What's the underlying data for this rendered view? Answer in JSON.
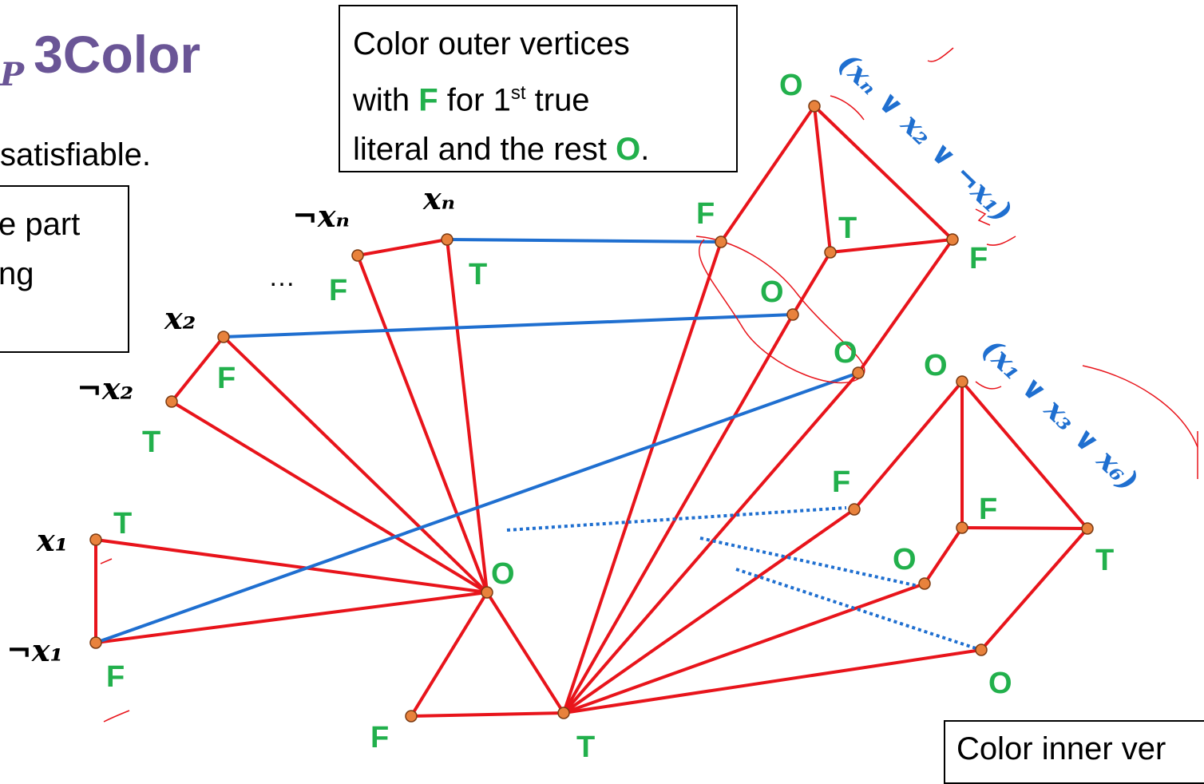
{
  "title": {
    "subscript": "P",
    "text": "3Color"
  },
  "intro_text": "satisfiable.",
  "left_box": {
    "line1": "e part",
    "line2": "ng"
  },
  "top_box": {
    "line1": "Color outer vertices",
    "line2_pre": "with ",
    "line2_F": "F",
    "line2_mid": " for 1",
    "line2_sup": "st",
    "line2_post": " true",
    "line3_pre": "literal and the rest ",
    "line3_O": "O",
    "line3_post": "."
  },
  "bottom_box": {
    "text": "Color inner ver"
  },
  "variables": {
    "x1": "x₁",
    "not_x1": "¬x₁",
    "x2": "x₂",
    "not_x2": "¬x₂",
    "xn": "xₙ",
    "not_xn": "¬xₙ",
    "ellipsis": "…"
  },
  "colors": {
    "T": "T",
    "F": "F",
    "O": "O"
  },
  "clauses": {
    "clause_1": "(xₙ ∨ x₂ ∨ ¬x₁)",
    "clause_2": "(x₁ ∨ x₃ ∨ x₆)"
  },
  "style": {
    "edge_red": "#e8141b",
    "edge_blue": "#1f6fd0",
    "node_fill": "#e8823c",
    "label_green": "#22b04c",
    "title_purple": "#6a5596"
  }
}
